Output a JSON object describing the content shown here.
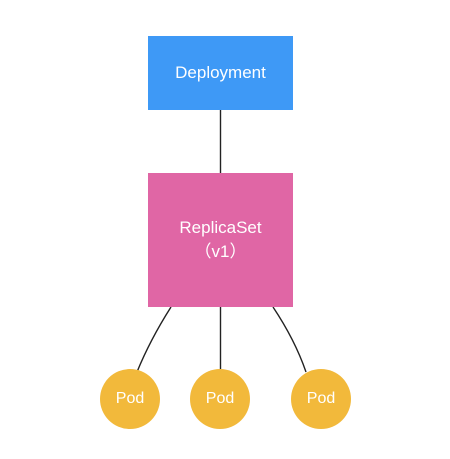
{
  "diagram": {
    "deployment": {
      "label": "Deployment",
      "color": "#3e99f6"
    },
    "replicaset": {
      "label": "ReplicaSet",
      "sublabel": "（v1）",
      "color": "#e066a5"
    },
    "pods": [
      {
        "label": "Pod"
      },
      {
        "label": "Pod"
      },
      {
        "label": "Pod"
      }
    ],
    "pod_color": "#f2b93b",
    "line_color": "#222222"
  }
}
